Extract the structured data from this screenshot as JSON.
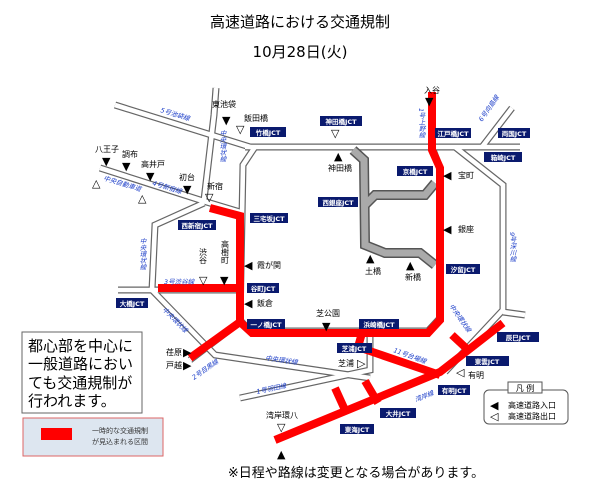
{
  "title": "高速道路における交通規制",
  "date": "10月28日(火)",
  "footer": "※日程や路線は変更となる場合があります。",
  "notice": {
    "lines": [
      "都心部を中心に",
      "一般道路におい",
      "ても交通規制が",
      "行われます。"
    ]
  },
  "red_legend": {
    "color": "#ff0000",
    "lines": [
      "一時的な交通規制",
      "が見込まれる区間"
    ]
  },
  "legend": {
    "title": "凡 例",
    "entrance": "高速道路入口",
    "exit": "高速道路出口"
  },
  "junctions": [
    "竹橋JCT",
    "神田橋JCT",
    "江戸橋JCT",
    "両国JCT",
    "箱崎JCT",
    "京橋JCT",
    "西銀座JCT",
    "三宅坂JCT",
    "西新宿JCT",
    "谷町JCT",
    "大橋JCT",
    "一ノ橋JCT",
    "浜崎橋JCT",
    "汐留JCT",
    "辰巳JCT",
    "芝浦JCT",
    "東雲JCT",
    "有明JCT",
    "大井JCT",
    "東海JCT"
  ],
  "places": {
    "iriya": "入谷",
    "higashiikebukuro": "東池袋",
    "iidabashi": "飯田橋",
    "kandabashi": "神田橋",
    "takaracho": "宝町",
    "ginza": "銀座",
    "dobashi": "土橋",
    "shinbashi": "新橋",
    "hachioji": "八王子",
    "chofu": "調布",
    "takaido": "高井戸",
    "hatsudai": "初台",
    "shinjuku": "新宿",
    "shibuya": "渋谷",
    "takagicho": "高樹町",
    "kasumigaseki": "霞が関",
    "iikura": "飯倉",
    "shibakoen": "芝公園",
    "shibaura": "芝浦",
    "ariake": "有明",
    "wangankanpachi": "湾岸環八",
    "ebara": "荏原",
    "togoshi": "戸越"
  },
  "routes": {
    "r5": "5号池袋線",
    "c2n": "中央環状線",
    "r4": "4号新宿線",
    "chuo": "中央自動車道",
    "r1u": "1号上野線",
    "r6": "6号向島線",
    "r9": "9号深川線",
    "c2w": "中央環状線",
    "r3": "3号渋谷線",
    "c2sw": "中央環状線",
    "r2": "2号目黒線",
    "c2s": "中央環状線",
    "r1h": "1号羽田線",
    "r11": "11号台場線",
    "wangan": "湾岸線",
    "c2e": "中央環状線"
  }
}
